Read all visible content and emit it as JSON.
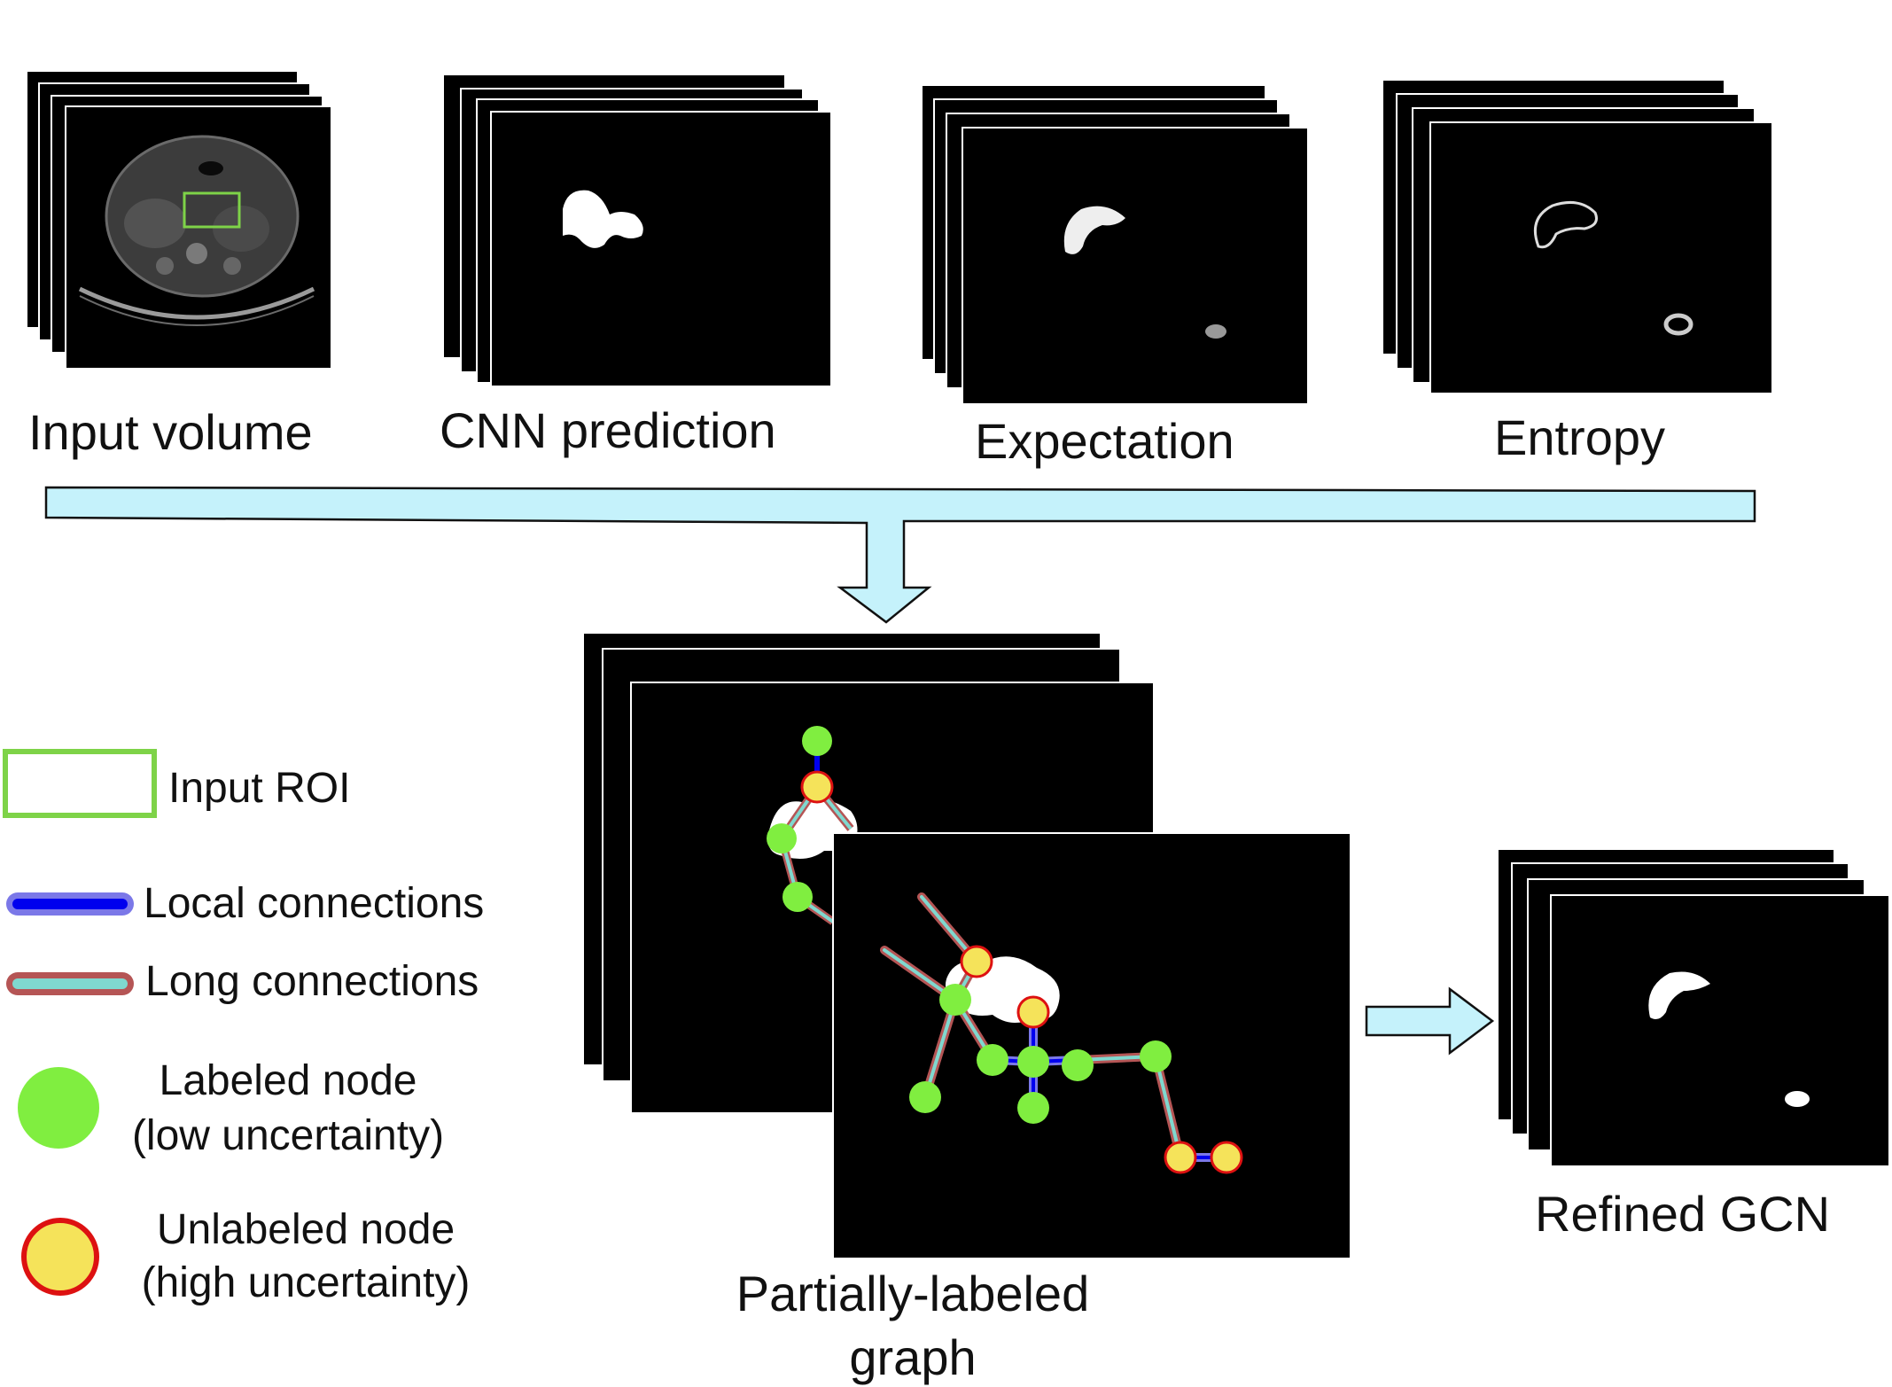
{
  "stages": {
    "input_volume": "Input volume",
    "cnn_prediction": "CNN prediction",
    "expectation": "Expectation",
    "entropy": "Entropy",
    "graph_line1": "Partially-labeled",
    "graph_line2": "graph",
    "refined": "Refined GCN"
  },
  "legend": {
    "roi": "Input ROI",
    "local": "Local connections",
    "long": "Long connections",
    "labeled_line1": "Labeled node",
    "labeled_line2": "(low uncertainty)",
    "unlabeled_line1": "Unlabeled node",
    "unlabeled_line2": "(high uncertainty)"
  },
  "colors": {
    "roi_box": "#7ed348",
    "local_edge": "#0000ee",
    "local_edge_glow": "#7b78e8",
    "long_edge_outer": "#b55555",
    "long_edge_inner": "#7fd8cf",
    "labeled_node": "#80ee40",
    "unlabeled_node_fill": "#f5e35a",
    "unlabeled_node_border": "#dd1111",
    "arrow_fill": "#c5f2fb",
    "frame": "#000000"
  }
}
